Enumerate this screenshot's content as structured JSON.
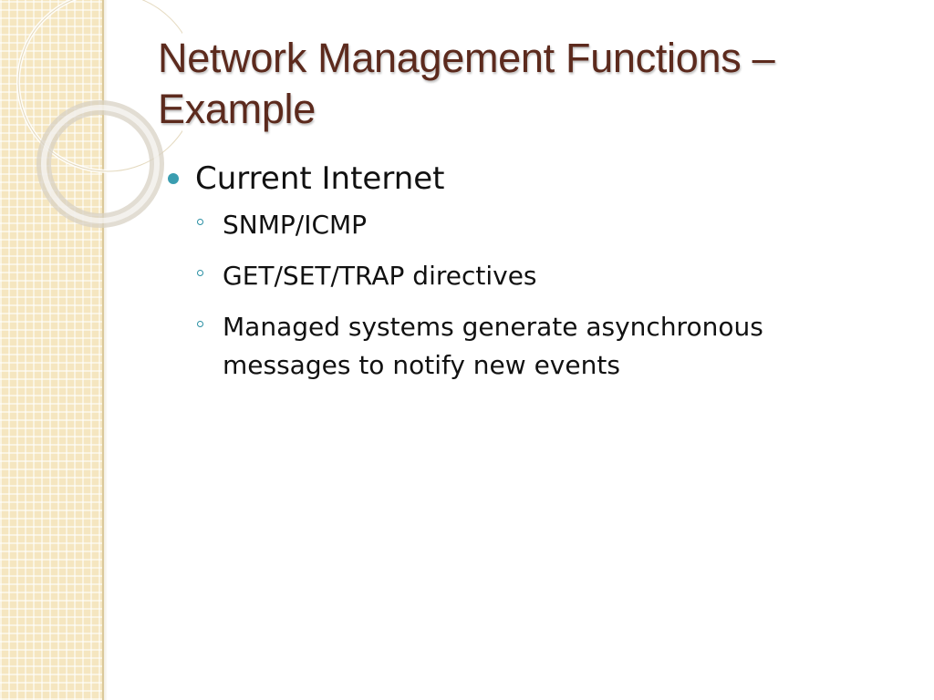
{
  "slide": {
    "title": "Network Management Functions – Example",
    "bullets": [
      {
        "text": "Current Internet",
        "children": [
          "SNMP/ICMP",
          "GET/SET/TRAP directives",
          "Managed systems generate asynchronous messages to notify new events"
        ]
      }
    ]
  },
  "colors": {
    "title": "#5c2a1d",
    "sidebar": "#f5e6c0",
    "bullet_primary": "#3a9db0",
    "bullet_secondary": "#2a8fa3"
  },
  "icons": {
    "level1_bullet": "filled-circle-bullet-icon",
    "level2_bullet": "hollow-circle-bullet-icon"
  }
}
